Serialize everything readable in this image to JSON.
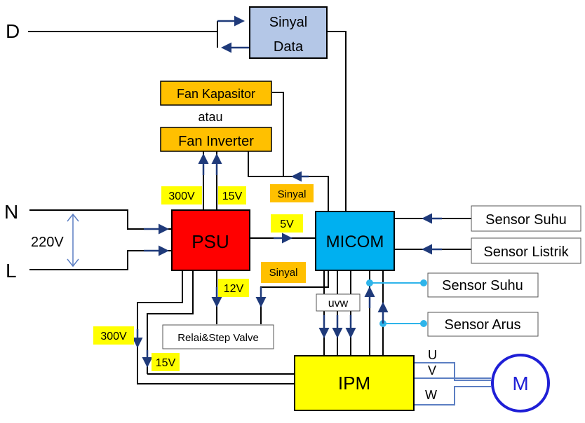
{
  "inputs": {
    "d": "D",
    "n": "N",
    "l": "L",
    "voltage": "220V"
  },
  "blocks": {
    "sinyal_data_line1": "Sinyal",
    "sinyal_data_line2": "Data",
    "fan_kapasitor": "Fan Kapasitor",
    "atau": "atau",
    "fan_inverter": "Fan Inverter",
    "psu": "PSU",
    "micom": "MICOM",
    "ipm": "IPM",
    "relai": "Relai&Step Valve",
    "motor": "M"
  },
  "sensors": {
    "suhu_right": "Sensor Suhu",
    "listrik": "Sensor Listrik",
    "suhu_mid": "Sensor Suhu",
    "arus": "Sensor Arus"
  },
  "labels": {
    "v300_top": "300V",
    "v15_top": "15V",
    "sinyal_top": "Sinyal",
    "v5": "5V",
    "sinyal_mid": "Sinyal",
    "v12": "12V",
    "uvw": "uvw",
    "v300_left": "300V",
    "v15_left": "15V",
    "u": "U",
    "v": "V",
    "w": "W"
  },
  "colors": {
    "line": "#000000",
    "arrow": "#1f3a7a",
    "psu": "#ff0000",
    "micom": "#00b0f0",
    "ipm": "#ffff00",
    "fan": "#ffc000",
    "sinyal_data": "#b4c7e7",
    "highlight_yellow": "#ffff00",
    "highlight_orange": "#ffc000",
    "sensor_dot": "#2eb4ea",
    "phase_line": "#5b7ec2",
    "motor": "#1f1fd6"
  }
}
